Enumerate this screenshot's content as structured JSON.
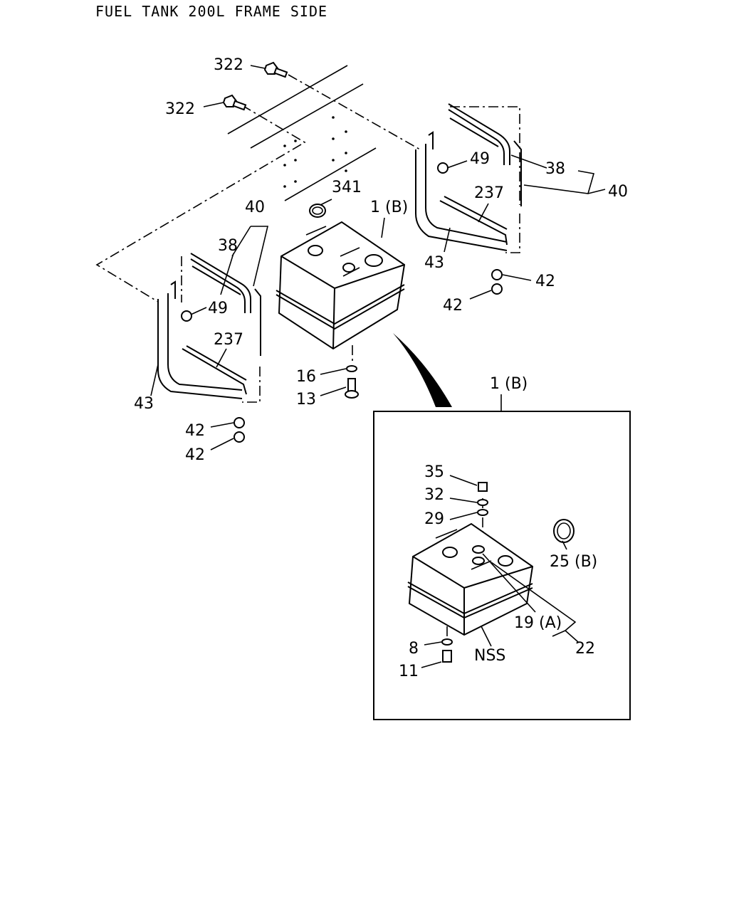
{
  "title": "FUEL TANK 200L FRAME SIDE",
  "callouts": {
    "bolt_top": "322",
    "bolt_second": "322",
    "clamp": "341",
    "tank_main": "1 (B)",
    "left_bracket_group": "40",
    "left_strap": "38",
    "left_nut_49": "49",
    "left_pad_237": "237",
    "left_bracket_43": "43",
    "left_nut_42a": "42",
    "left_nut_42b": "42",
    "right_strap": "38",
    "right_bracket_group": "40",
    "right_nut_49": "49",
    "right_pad_237": "237",
    "right_bracket_43": "43",
    "right_nut_42a": "42",
    "right_nut_42b": "42",
    "washer_16": "16",
    "drain_bolt_13": "13",
    "detail_title": "1 (B)",
    "cap_35": "35",
    "washer_32": "32",
    "washer_29": "29",
    "filler_cap_25": "25 (B)",
    "fitting_19": "19 (A)",
    "group_22": "22",
    "nss": "NSS",
    "washer_8": "8",
    "plug_11": "11"
  }
}
